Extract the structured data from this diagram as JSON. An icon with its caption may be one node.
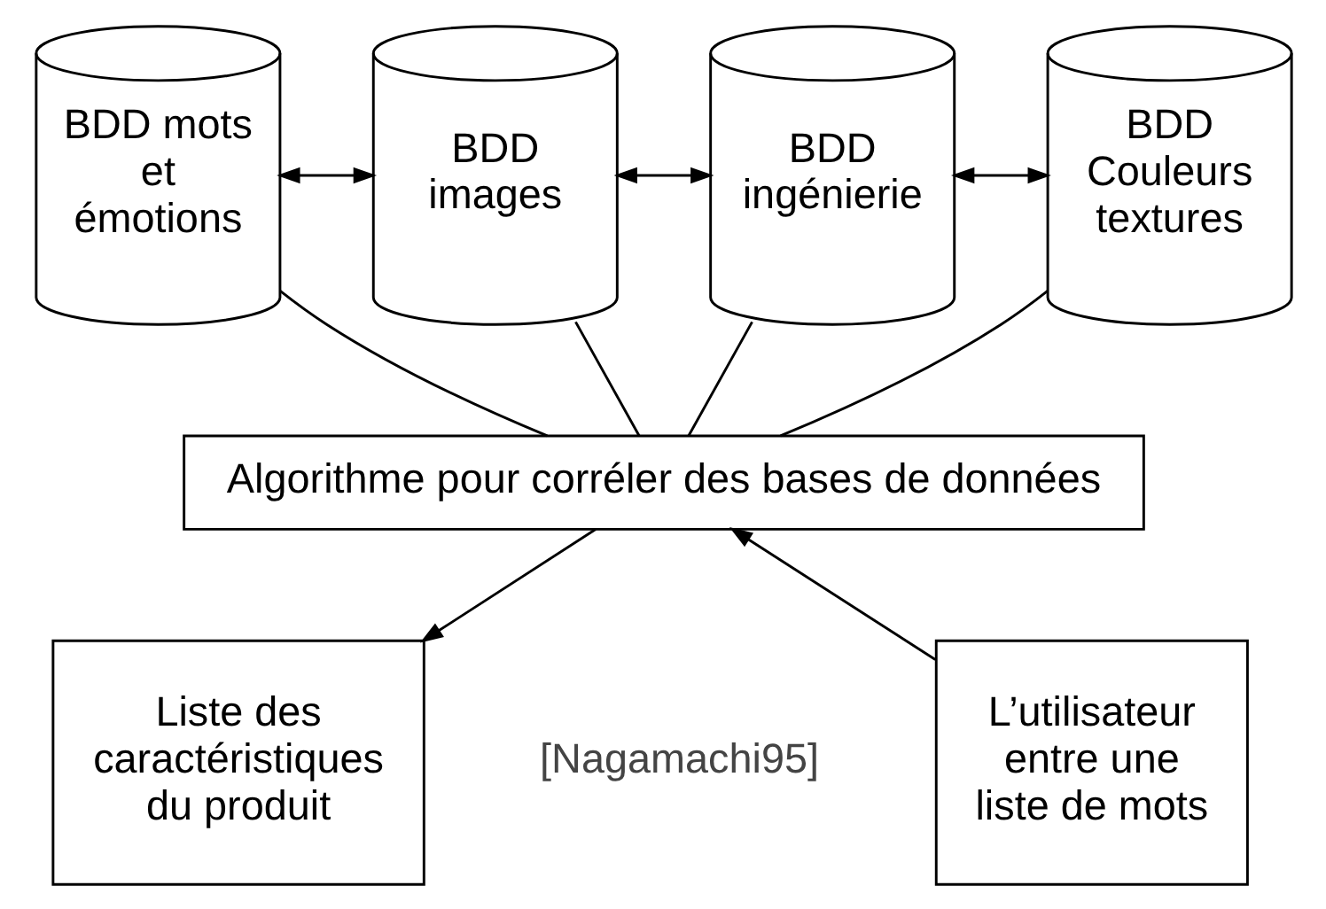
{
  "diagram": {
    "nodes": [
      {
        "text": [
          "BDD mots et émotions"
        ]
      },
      {
        "text": [
          "BDD images"
        ]
      },
      {
        "text": [
          "BDD ingénierie"
        ]
      },
      {
        "text": [
          "BDD Couleurs textures"
        ]
      },
      {
        "text": [
          "Algorithme pour corréler des bases de données"
        ]
      },
      {
        "text": [
          "L’utilisateur entre une liste de mots"
        ]
      },
      {
        "text": [
          "Liste des caractéristiques du produit"
        ]
      }
    ],
    "edges": [
      {
        "from": 0,
        "to": 1,
        "arrow": "both"
      },
      {
        "from": 1,
        "to": 2,
        "arrow": "both"
      },
      {
        "from": 2,
        "to": 3,
        "arrow": "both"
      },
      {
        "from": 0,
        "to": 4,
        "arrow": "none"
      },
      {
        "from": 1,
        "to": 4,
        "arrow": "none"
      },
      {
        "from": 2,
        "to": 4,
        "arrow": "none"
      },
      {
        "from": 3,
        "to": 4,
        "arrow": "none"
      },
      {
        "from": 5,
        "to": 4,
        "arrow": "to"
      },
      {
        "from": 4,
        "to": 6,
        "arrow": "to"
      }
    ],
    "labels": [
      "[Nagamachi95]"
    ]
  }
}
